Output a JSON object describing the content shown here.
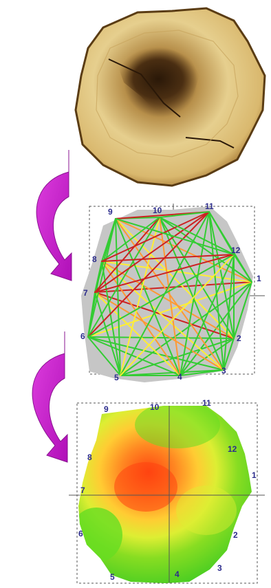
{
  "labels": [
    "1",
    "2",
    "3",
    "4",
    "5",
    "6",
    "7",
    "8",
    "9",
    "10",
    "11",
    "12"
  ],
  "colors": {
    "arrow": "#cc22cc",
    "arrow_dark": "#8a1490",
    "label": "#2c2c8c",
    "wood_ring": "#6b4a1e",
    "wood_light": "#e6cf8e",
    "wood_rot": "#3b2410",
    "path_fast": "#33cc33",
    "path_mid": "#ffee33",
    "path_slow": "#cc2222",
    "map_green": "#66dd22",
    "map_yellow": "#ddee33",
    "map_orange": "#ff8822",
    "map_red": "#ff5511",
    "silhouette": "#c6c6c6",
    "grid": "#555555"
  },
  "panels": [
    "wood-cross-section-photo",
    "sound-paths-diagram",
    "tomogram-map"
  ]
}
